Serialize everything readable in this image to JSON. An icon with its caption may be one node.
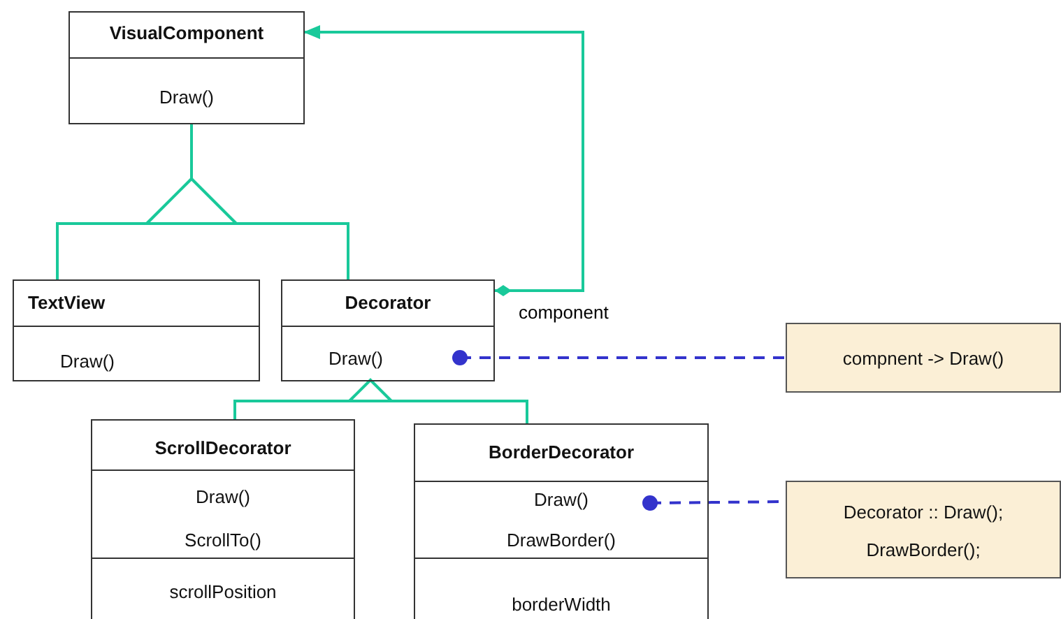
{
  "diagram": {
    "nodes": [
      {
        "text": [
          "VisualComponent",
          "Draw()"
        ]
      },
      {
        "text": [
          "TextView",
          "Draw()"
        ]
      },
      {
        "text": [
          "Decorator",
          "Draw()"
        ]
      },
      {
        "text": [
          "ScrollDecorator",
          "Draw()",
          "ScrollTo()",
          "scrollPosition"
        ]
      },
      {
        "text": [
          "BorderDecorator",
          "Draw()",
          "DrawBorder()",
          "borderWidth"
        ]
      },
      {
        "text": [
          "compnent -> Draw()"
        ]
      },
      {
        "text": [
          "Decorator :: Draw();",
          "DrawBorder();"
        ]
      }
    ],
    "edges": [
      {
        "from": 1,
        "to": 0,
        "arrow": "to"
      },
      {
        "from": 2,
        "to": 0,
        "arrow": "to"
      },
      {
        "from": 3,
        "to": 2,
        "arrow": "to"
      },
      {
        "from": 4,
        "to": 2,
        "arrow": "to"
      },
      {
        "from": 2,
        "to": 0,
        "arrow": "to",
        "label": "component"
      },
      {
        "from": 2,
        "to": 5,
        "arrow": "other",
        "style": "dashed",
        "color": "#3333cc"
      },
      {
        "from": 4,
        "to": 6,
        "arrow": "other",
        "style": "dashed",
        "color": "#3333cc"
      }
    ]
  }
}
